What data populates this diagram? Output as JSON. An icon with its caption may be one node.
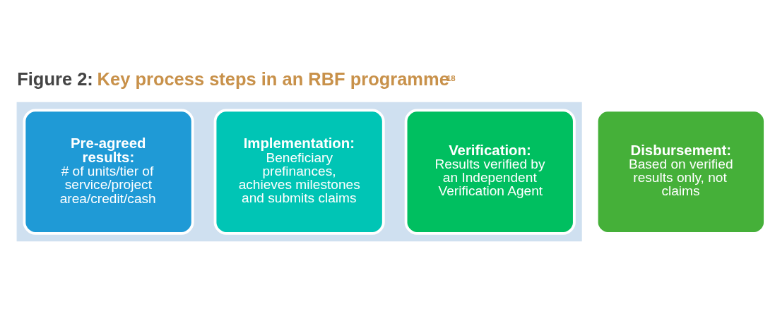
{
  "diagram": {
    "title": "Figure 2: Key process steps in an RBF programme$^{18}$",
    "nodes": [
      {
        "text": [],
        "shape": "arrow"
      },
      {
        "text": [
          "Pre-agreed results:",
          "# of units/tier of service/project area/credit/cash"
        ],
        "in": 0
      },
      {
        "text": [
          "Implementation:",
          "Beneficiary prefinances, achieves milestones and submits claims"
        ],
        "in": 0
      },
      {
        "text": [
          "Verification:",
          "Results verified by an Independent Verification Agent"
        ],
        "in": 0
      },
      {
        "text": [
          "Disbursement:",
          "Based on verified results only, not claims"
        ]
      }
    ]
  }
}
